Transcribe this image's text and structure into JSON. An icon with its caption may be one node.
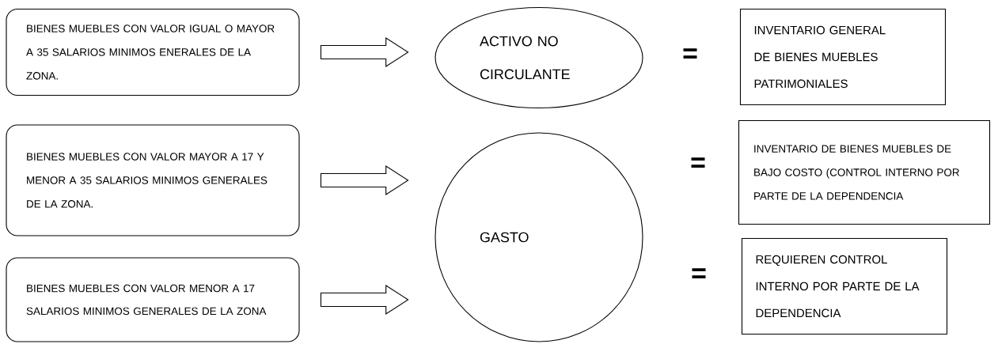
{
  "diagram": {
    "nodes": [
      {
        "text": [
          "BIENES MUEBLES CON VALOR IGUAL O MAYOR A 35 SALARIOS MINIMOS ENERALES DE LA ZONA."
        ]
      },
      {
        "text": [
          "BIENES MUEBLES CON VALOR MAYOR A 17 Y MENOR A 35 SALARIOS MINIMOS GENERALES DE LA ZONA."
        ]
      },
      {
        "text": [
          "BIENES MUEBLES CON VALOR MENOR A 17 SALARIOS MINIMOS GENERALES DE LA ZONA"
        ]
      },
      {
        "text": [
          "ACTIVO NO CIRCULANTE"
        ]
      },
      {
        "text": [
          "GASTO"
        ]
      },
      {
        "text": [
          "INVENTARIO GENERAL DE BIENES MUEBLES PATRIMONIALES"
        ]
      },
      {
        "text": [
          "INVENTARIO DE BIENES MUEBLES DE BAJO COSTO (CONTROL INTERNO POR PARTE DE LA DEPENDENCIA"
        ]
      },
      {
        "text": [
          "REQUIEREN CONTROL INTERNO POR PARTE DE LA DEPENDENCIA"
        ]
      }
    ],
    "edges": [
      {
        "from": 0,
        "to": 3,
        "arrow": "to"
      },
      {
        "from": 1,
        "to": 4,
        "arrow": "to"
      },
      {
        "from": 2,
        "to": 4,
        "arrow": "to"
      }
    ],
    "labels": [
      "=",
      "=",
      "="
    ]
  }
}
